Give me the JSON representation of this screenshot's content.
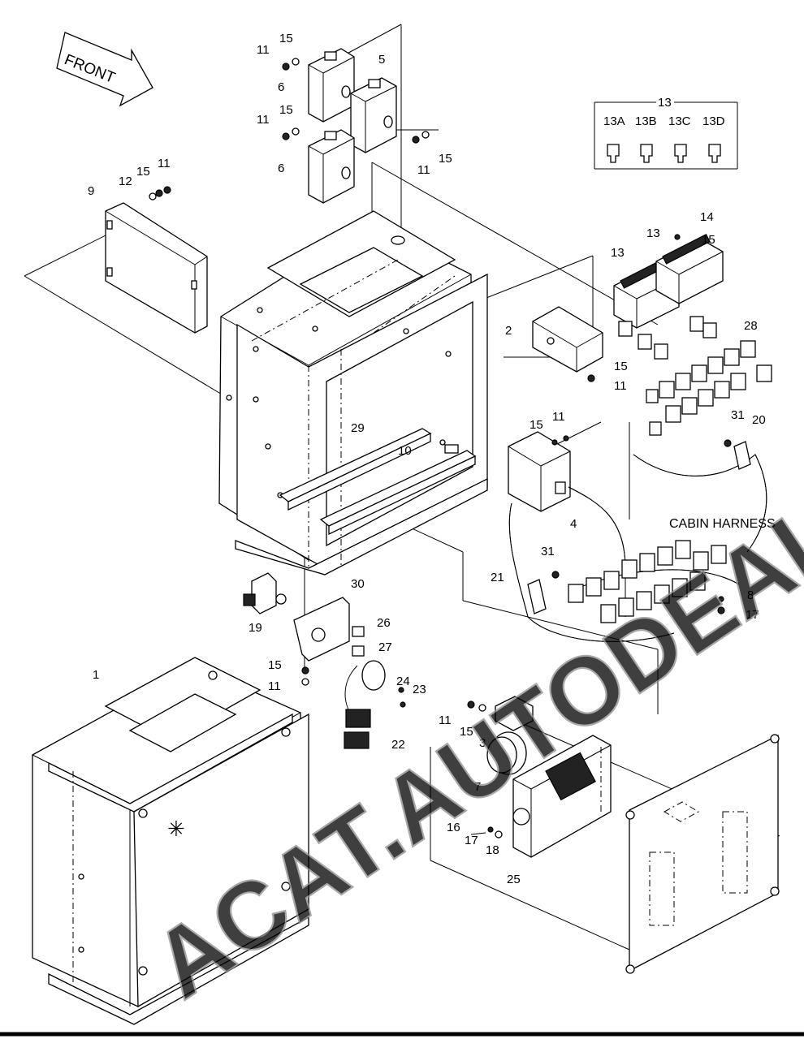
{
  "diagram": {
    "front_arrow_label": "FRONT",
    "cabin_harness_label": "CABIN HARNESS",
    "watermark_text": "ACAT.AUTODEALER.RU",
    "fuse_group": {
      "label": "13",
      "items": [
        "13A",
        "13B",
        "13C",
        "13D"
      ]
    },
    "callouts": [
      "15",
      "11",
      "6",
      "5",
      "15",
      "11",
      "6",
      "11",
      "15",
      "12",
      "15",
      "11",
      "9",
      "14",
      "13",
      "15",
      "13",
      "2",
      "15",
      "11",
      "28",
      "29",
      "10",
      "15",
      "11",
      "31",
      "20",
      "4",
      "21",
      "31",
      "8",
      "17",
      "30",
      "26",
      "19",
      "27",
      "15",
      "11",
      "24",
      "23",
      "22",
      "1",
      "11",
      "15",
      "3",
      "7",
      "16",
      "17",
      "18",
      "25"
    ]
  }
}
